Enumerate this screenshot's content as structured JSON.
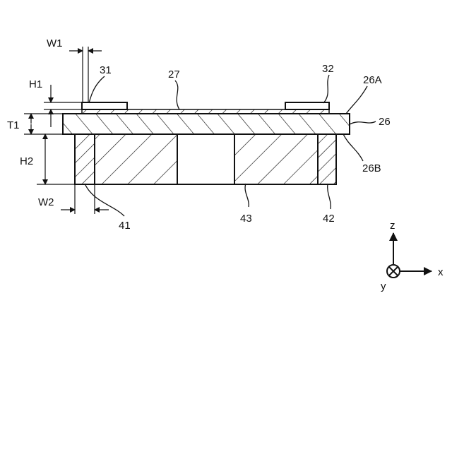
{
  "labels": {
    "pad_left": "31",
    "film": "27",
    "pad_right": "32",
    "top_surface": "26A",
    "substrate": "26",
    "bottom_surface": "26B",
    "support_left": "41",
    "support_center": "43",
    "support_right": "42"
  },
  "dimensions": {
    "w1": "W1",
    "h1": "H1",
    "t1": "T1",
    "h2": "H2",
    "w2": "W2"
  },
  "axes": {
    "z": "z",
    "x": "x",
    "y": "y"
  },
  "colors": {
    "line": "#111111",
    "background": "#ffffff"
  }
}
